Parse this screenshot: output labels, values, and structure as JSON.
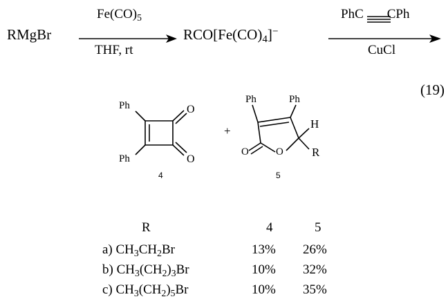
{
  "scheme": {
    "reactant": "RMgBr",
    "arrow1_above_base": "Fe(CO)",
    "arrow1_above_sub": "5",
    "arrow1_below": "THF, rt",
    "intermediate_base": "RCO[Fe(CO)",
    "intermediate_sub": "4",
    "intermediate_close": "]",
    "intermediate_charge": "−",
    "arrow2_above_left": "PhC",
    "arrow2_above_right": "CPh",
    "arrow2_below": "CuCl",
    "equation_number": "(19)"
  },
  "product4": {
    "ph_top": "Ph",
    "ph_bottom": "Ph",
    "o_top": "O",
    "o_bottom": "O",
    "label": "4"
  },
  "plus": "+",
  "product5": {
    "ph_left": "Ph",
    "ph_right": "Ph",
    "h": "H",
    "r": "R",
    "o_ring": "O",
    "o_carbonyl": "O",
    "label": "5"
  },
  "table": {
    "headers": [
      "R",
      "4",
      "5"
    ],
    "rows": [
      {
        "label": "a) CH",
        "s1": "3",
        "mid": "CH",
        "s2": "2",
        "tail": "Br",
        "v4": "13%",
        "v5": "26%"
      },
      {
        "label": "b) CH",
        "s1": "3",
        "mid": "(CH",
        "s2": "2",
        "tail": ")",
        "s3": "3",
        "end": "Br",
        "v4": "10%",
        "v5": "32%"
      },
      {
        "label": "c) CH",
        "s1": "3",
        "mid": "(CH",
        "s2": "2",
        "tail": ")",
        "s3": "5",
        "end": "Br",
        "v4": "10%",
        "v5": "35%"
      }
    ]
  }
}
